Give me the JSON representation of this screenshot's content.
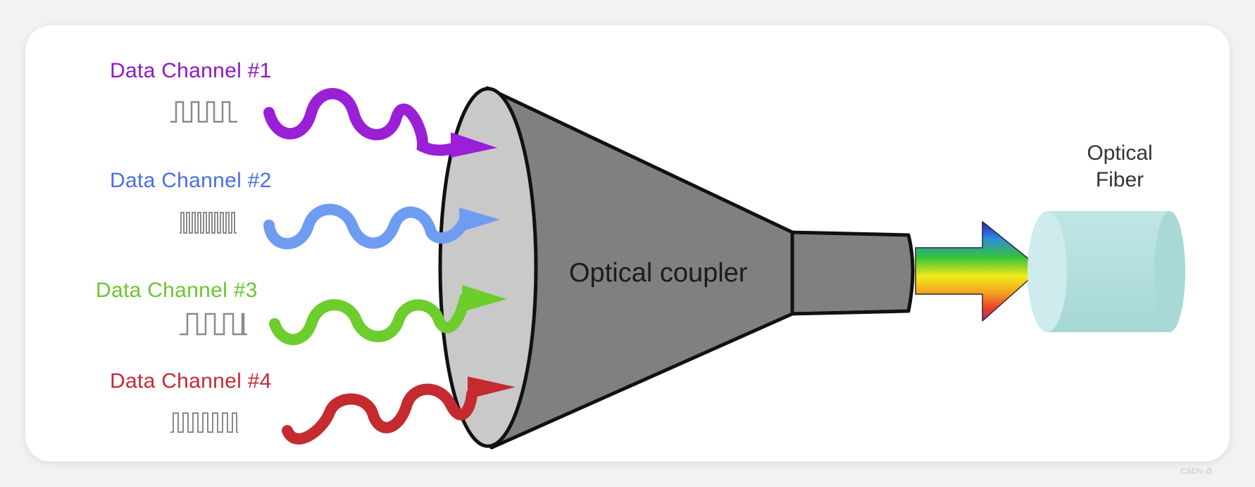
{
  "channels": [
    {
      "label": "Data Channel #1",
      "color": "#8e18c6",
      "wave": "#9a1fd6"
    },
    {
      "label": "Data Channel #2",
      "color": "#4a6fe3",
      "wave": "#6e9cf3"
    },
    {
      "label": "Data Channel #3",
      "color": "#6bc62e",
      "wave": "#6ccd2d"
    },
    {
      "label": "Data Channel #4",
      "color": "#c52a35",
      "wave": "#c42a2f"
    }
  ],
  "coupler": {
    "label": "Optical coupler",
    "fill": "#808080",
    "mouth": "#c9c9c9"
  },
  "fiber": {
    "line1": "Optical",
    "line2": "Fiber",
    "color": "#b8e2e0"
  },
  "pulse_color": "#8a8a8a",
  "watermark": "CSDN @"
}
